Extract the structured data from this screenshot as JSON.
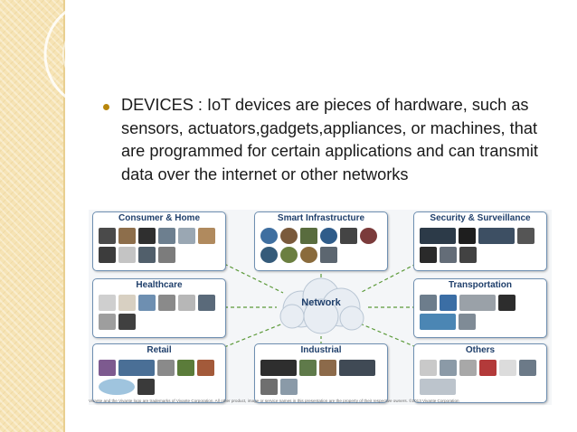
{
  "slide": {
    "bullet_text": "DEVICES : IoT devices are pieces of hardware, such as sensors, actuators,gadgets,appliances, or machines, that are programmed for certain applications and can transmit data over the internet or other networks"
  },
  "diagram": {
    "center_label": "Network",
    "panels": [
      {
        "title": "Consumer & Home"
      },
      {
        "title": "Smart Infrastructure"
      },
      {
        "title": "Security & Surveillance"
      },
      {
        "title": "Healthcare"
      },
      {
        "title": "Transportation"
      },
      {
        "title": "Retail"
      },
      {
        "title": "Industrial"
      },
      {
        "title": "Others"
      }
    ],
    "footer": "Vivante and the Vivante logo are trademarks of Vivante Corporation. All other product, image or service names in this presentation are the property of their respective owners. ©2013 Vivante Corporation"
  },
  "colors": {
    "band": "#f6e3b4",
    "bullet": "#b8860b",
    "panel_title": "#1f3f6b",
    "panel_border": "#6e8fb1"
  }
}
